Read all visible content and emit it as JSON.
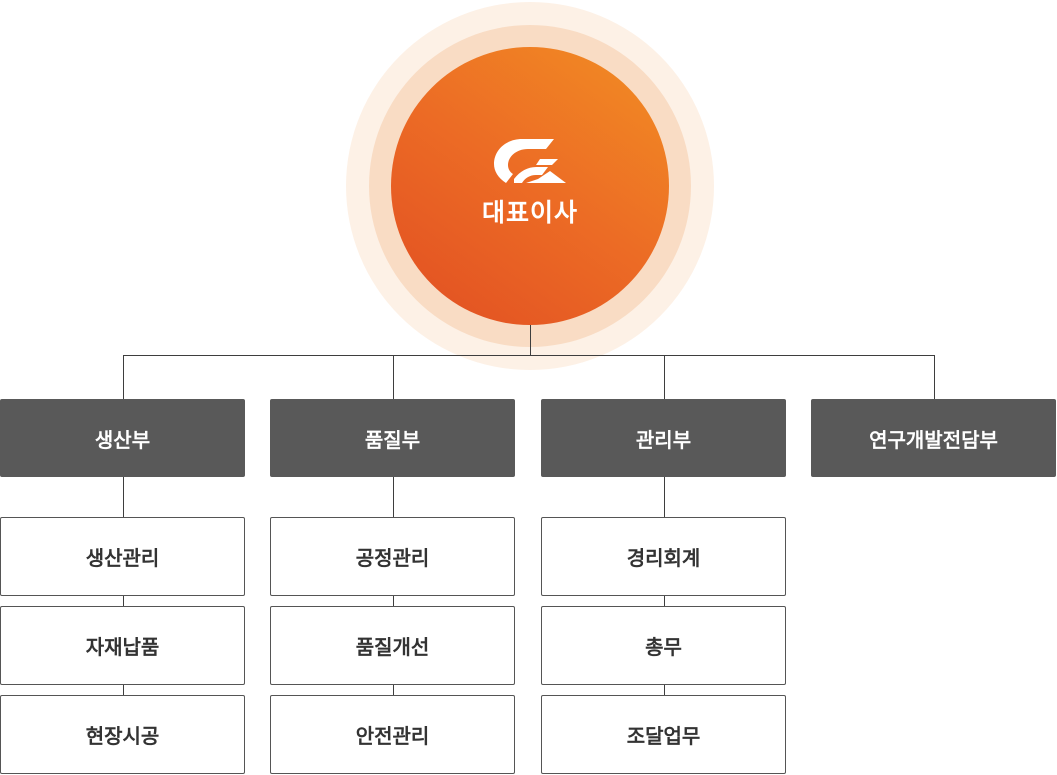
{
  "ceo": {
    "title": "대표이사",
    "logo_icon": "company-logo-icon"
  },
  "colors": {
    "accent_orange": "#ec6b25",
    "dept_gray": "#595959",
    "line": "#3e3e3e"
  },
  "departments": [
    {
      "name": "생산부",
      "teams": [
        "생산관리",
        "자재납품",
        "현장시공"
      ]
    },
    {
      "name": "품질부",
      "teams": [
        "공정관리",
        "품질개선",
        "안전관리"
      ]
    },
    {
      "name": "관리부",
      "teams": [
        "경리회계",
        "총무",
        "조달업무"
      ]
    },
    {
      "name": "연구개발전담부",
      "teams": []
    }
  ]
}
